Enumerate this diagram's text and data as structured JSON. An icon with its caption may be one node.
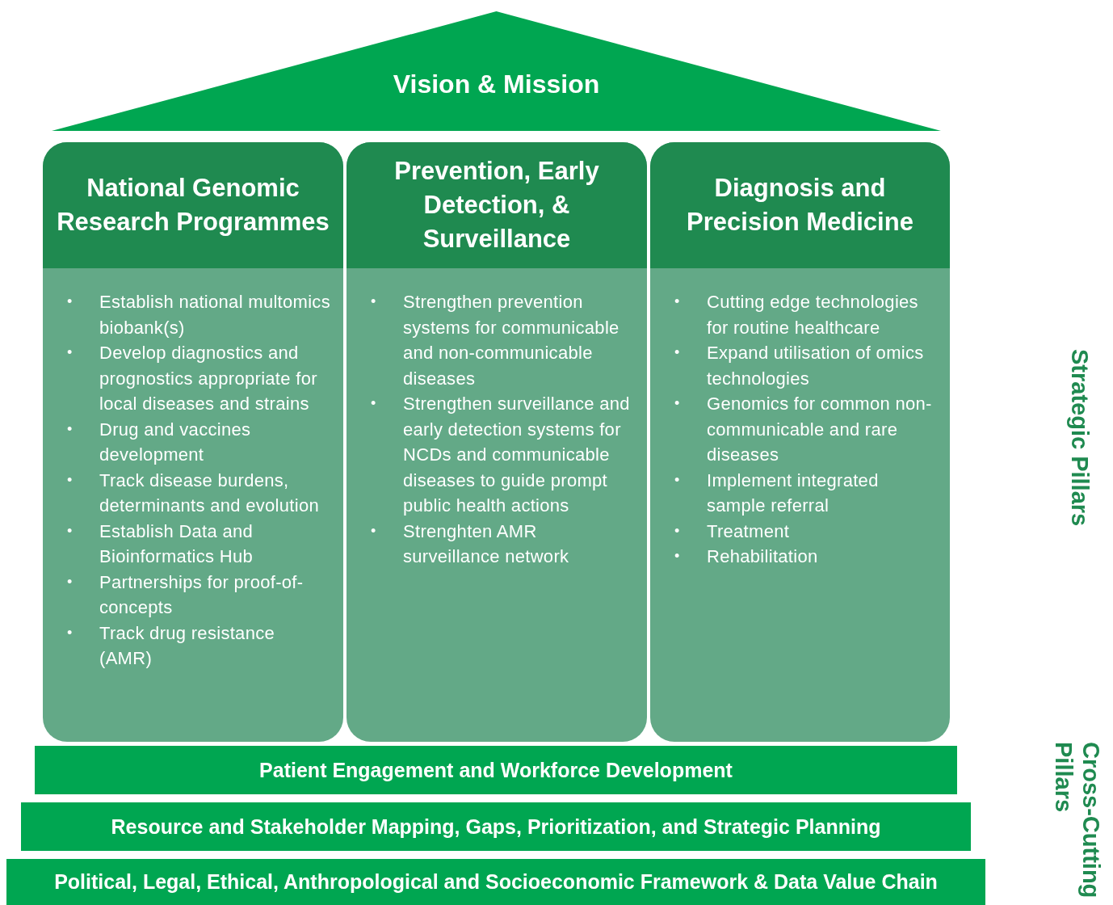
{
  "diagram": {
    "nodes": [
      {
        "text": [
          "Vision & Mission"
        ]
      },
      {
        "text": [
          "National Genomic Research Programmes",
          "• Establish national multomics biobank(s)",
          "• Develop diagnostics and prognostics appropriate for local diseases and strains",
          "• Drug and vaccines development",
          "• Track disease burdens, determinants and evolution",
          "• Establish Data and Bioinformatics Hub",
          "• Partnerships for proof-of-concepts",
          "• Track drug resistance (AMR)"
        ]
      },
      {
        "text": [
          "Prevention, Early Detection, & Surveillance",
          "• Strengthen prevention systems for communicable and non-communicable diseases",
          "• Strengthen surveillance and early detection systems for NCDs and communicable diseases to guide prompt public health actions",
          "• Strenghten AMR surveillance network"
        ]
      },
      {
        "text": [
          "Diagnosis and Precision Medicine",
          "• Cutting edge technologies for routine healthcare",
          "• Expand utilisation of omics technologies",
          "• Genomics for common non-communicable and rare diseases",
          "• Implement integrated sample referral",
          "• Treatment",
          "• Rehabilitation"
        ]
      },
      {
        "text": [
          "Patient Engagement and Workforce Development"
        ]
      },
      {
        "text": [
          "Resource and Stakeholder Mapping, Gaps, Prioritization, and Strategic Planning"
        ]
      },
      {
        "text": [
          "Political, Legal, Ethical, Anthropological and Socioeconomic Framework & Data Value Chain"
        ]
      }
    ],
    "labels": [
      "Strategic Pillars",
      "Cross-Cutting Pillars"
    ]
  }
}
